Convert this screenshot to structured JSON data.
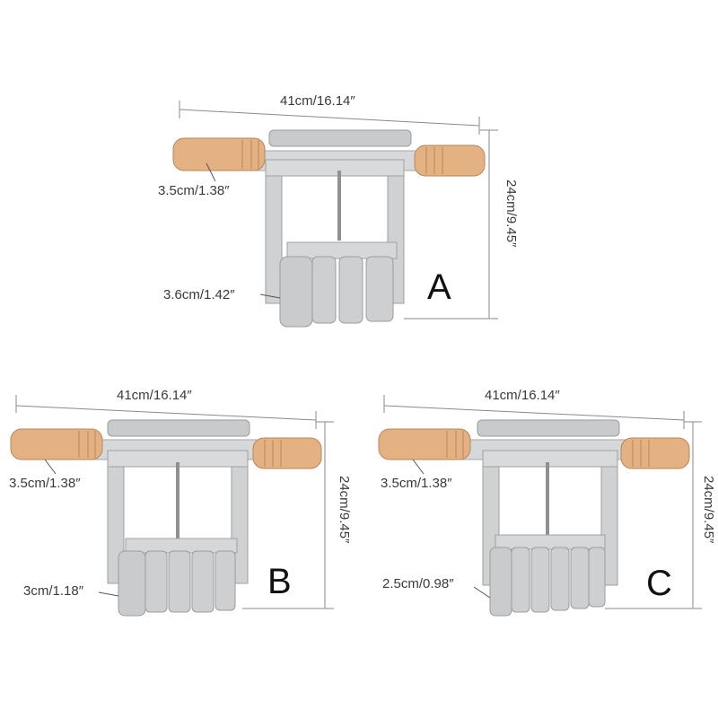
{
  "colors": {
    "wood": "#e3b182",
    "metal": "#d0d2d4",
    "dimension_line": "#8a8a8a"
  },
  "panels": [
    {
      "id": "A",
      "letter": "A",
      "width_label": "41cm/16.14″",
      "height_label": "24cm/9.45″",
      "handle_label": "3.5cm/1.38″",
      "roller_label": "3.6cm/1.42″",
      "roller_count": 4
    },
    {
      "id": "B",
      "letter": "B",
      "width_label": "41cm/16.14″",
      "height_label": "24cm/9.45″",
      "handle_label": "3.5cm/1.38″",
      "roller_label": "3cm/1.18″",
      "roller_count": 5
    },
    {
      "id": "C",
      "letter": "C",
      "width_label": "41cm/16.14″",
      "height_label": "24cm/9.45″",
      "handle_label": "3.5cm/1.38″",
      "roller_label": "2.5cm/0.98″",
      "roller_count": 6
    }
  ]
}
